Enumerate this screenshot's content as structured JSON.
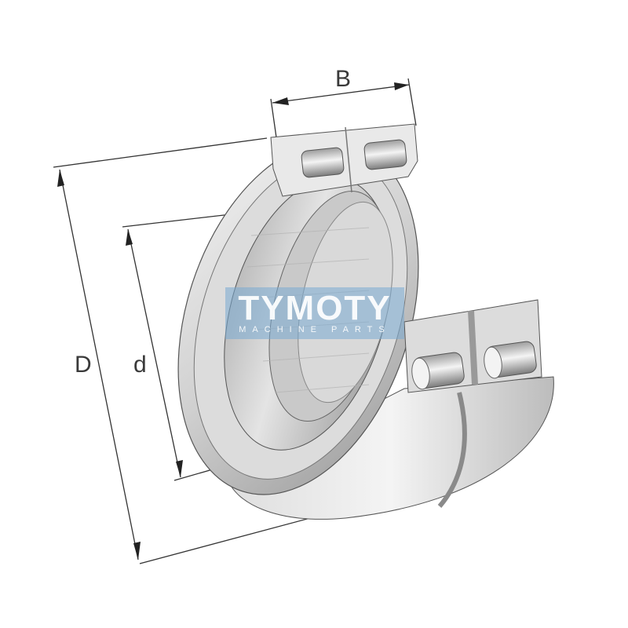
{
  "diagram": {
    "subject": "double-row cylindrical roller bearing (cutaway)",
    "dimensions": {
      "width_label": "B",
      "outer_diameter_label": "D",
      "inner_diameter_label": "d"
    },
    "watermark": {
      "title": "TYMOTY",
      "subtitle": "MACHINE PARTS",
      "color": "#78aad2"
    },
    "colors": {
      "line": "#333333",
      "metal_light": "#e6e6e6",
      "metal_mid": "#c4c4c4",
      "metal_dark": "#8e8e8e"
    }
  }
}
